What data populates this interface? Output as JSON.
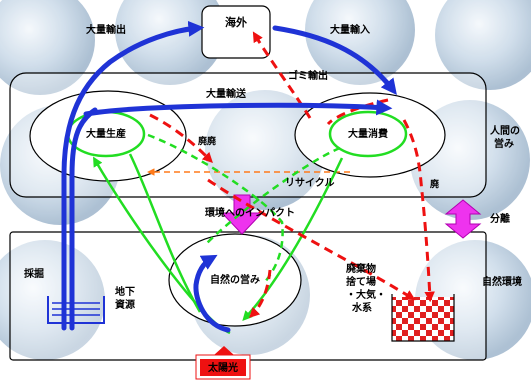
{
  "labels": {
    "overseas": "海外",
    "mass_export": "大量輸出",
    "mass_import": "大量輸入",
    "garbage_export": "ゴミ輸出",
    "mass_transport": "大量輸送",
    "mass_production": "大量生産",
    "mass_consumption": "大量消費",
    "waste_left": "廃廃",
    "waste_right": "廃",
    "recycle": "リサイクル",
    "human_activity_line1": "人間の",
    "human_activity_line2": "営み",
    "environmental_impact": "環境へのインパクト",
    "separation": "分離",
    "extraction": "採掘",
    "underground_line1": "地下",
    "underground_line2": "資源",
    "nature_activity": "自然の営み",
    "waste_disposal_line1": "廃棄物",
    "waste_disposal_line2": "捨て場",
    "waste_disposal_line3": "・大気・",
    "waste_disposal_line4": "水系",
    "natural_environment": "自然環境",
    "sunlight": "太陽光"
  },
  "colors": {
    "blue_arrow": "#1f33d6",
    "green_arrow": "#22dd22",
    "red_dashed": "#ee1111",
    "orange_dashed": "#ff7a1a",
    "impact_arrow": "#ee33ee",
    "sunlight_fill": "#ee1111"
  }
}
